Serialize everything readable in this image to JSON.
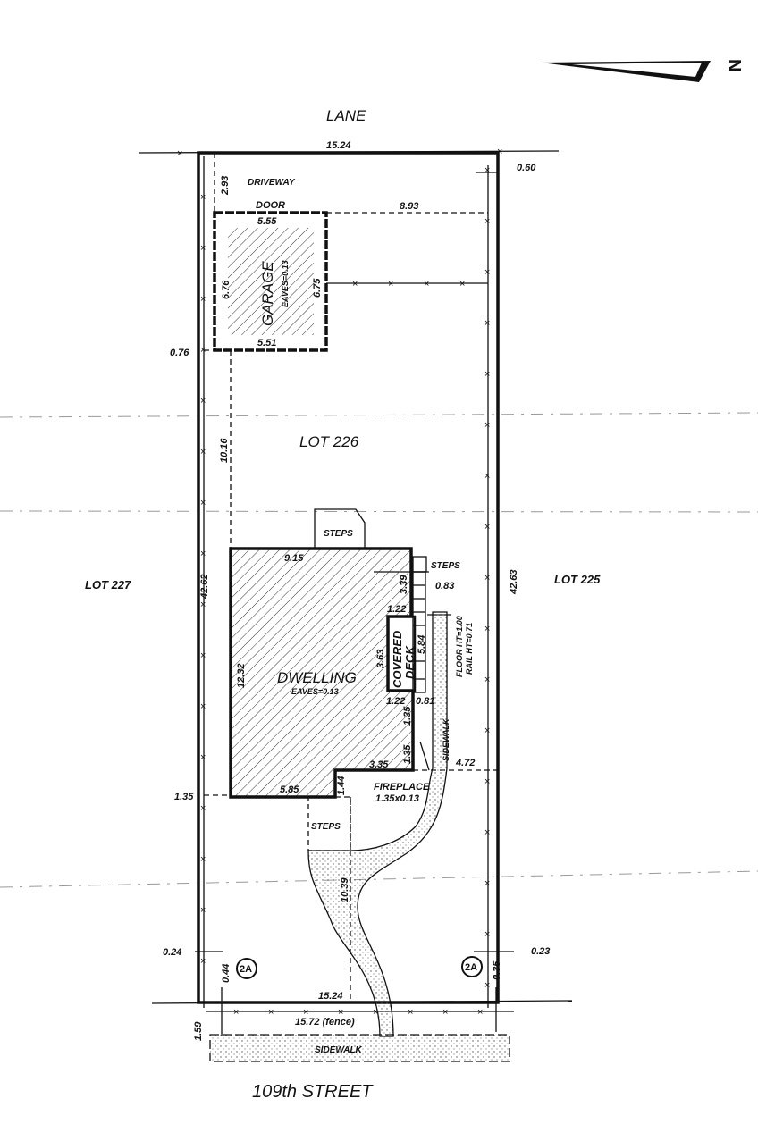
{
  "title": {
    "lane": "LANE",
    "street": "109th STREET",
    "north": "N"
  },
  "lots": {
    "subject": "LOT 226",
    "left": "LOT 227",
    "right": "LOT 225"
  },
  "labels": {
    "top_width": "15.24",
    "right_fence_offset_top": "0.60",
    "driveway": "DRIVEWAY",
    "door": "DOOR",
    "garage_setback": "2.93",
    "garage_to_right": "8.93",
    "garage_top": "5.55",
    "garage_left": "6.76",
    "garage_right": "6.75",
    "garage_bottom": "5.51",
    "garage": "GARAGE",
    "garage_eaves": "EAVES=0.13",
    "garage_left_offset": "0.76",
    "garage_to_dwelling": "10.16",
    "steps_rear": "STEPS",
    "steps_side": "STEPS",
    "steps_front": "STEPS",
    "dwelling_top": "9.15",
    "dwelling_right_upper": "3.39",
    "steps_side_width": "0.83",
    "deck_offset_upper": "1.22",
    "deck_length": "3.63",
    "covered": "COVERED",
    "deck": "DECK",
    "deck_stairs": "5.84",
    "floor_ht": "FLOOR HT=1.00",
    "rail_ht": "RAIL HT=0.71",
    "dwelling": "DWELLING",
    "dwelling_eaves": "EAVES=0.13",
    "dwelling_left": "12.32",
    "left_depth": "42.62",
    "right_depth": "42.63",
    "deck_offset_lower": "1.22",
    "deck_stair_offset": "0.81",
    "wall_segment_1": "1.35",
    "wall_segment_2": "1.35",
    "dwelling_bottom_right": "3.35",
    "dwelling_to_right": "4.72",
    "side_sidewalk": "SIDEWALK",
    "dwelling_jog": "1.44",
    "dwelling_bottom_left": "5.85",
    "dwelling_left_offset": "1.35",
    "fireplace": "FIREPLACE",
    "fireplace_size": "1.35x0.13",
    "front_setback": "10.39",
    "left_fence_offset": "0.24",
    "left_corner_offset": "0.44",
    "marker_left": "2A",
    "marker_right": "2A",
    "right_corner_offset": "0.35",
    "right_fence_offset": "0.23",
    "front_width": "15.24",
    "fence_width": "15.72 (fence)",
    "sidewalk_offset": "1.59",
    "front_sidewalk": "SIDEWALK"
  }
}
